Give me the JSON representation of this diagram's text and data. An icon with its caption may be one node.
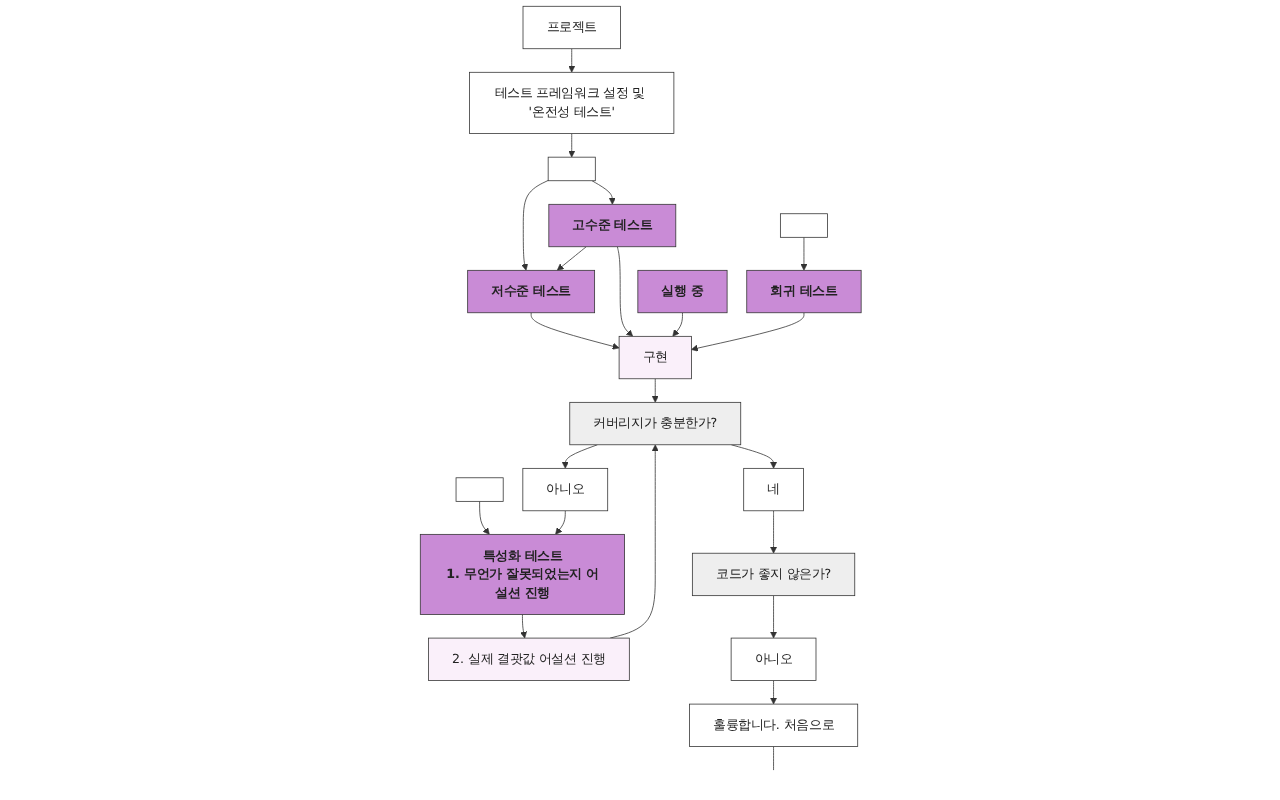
{
  "diagram": {
    "nodes": [
      {
        "text": [
          "프로젝트"
        ]
      },
      {
        "text": [],
        "shape": "box"
      },
      {
        "text": [
          "실행 중"
        ]
      },
      {
        "text": [],
        "shape": "box"
      },
      {
        "text": [],
        "shape": "box"
      },
      {
        "text": [
          "테스트 프레임워크 설정 및 '온전성 테스트'"
        ]
      },
      {
        "text": [
          "저수준 테스트"
        ]
      },
      {
        "text": [
          "고수준 테스트"
        ]
      },
      {
        "text": [
          "회귀 테스트"
        ]
      },
      {
        "text": [
          "특성화 테스트",
          "1. 무언가 잘못되었는지 어설션 진행"
        ]
      },
      {
        "text": [
          "구현"
        ]
      },
      {
        "text": [
          "2. 실제 결괏값 어설션 진행"
        ]
      },
      {
        "text": [
          "커버리지가 충분한가?"
        ]
      },
      {
        "text": [
          "아니오"
        ]
      },
      {
        "text": [
          "네"
        ]
      },
      {
        "text": [
          "훌륭합니다. 처음으로"
        ]
      },
      {
        "text": [
          "아니오"
        ]
      },
      {
        "text": [
          "코드가 좋지 않은가?"
        ]
      }
    ],
    "edges": [
      {
        "from": 0,
        "to": 5,
        "arrow": "to"
      },
      {
        "from": 5,
        "to": 1,
        "arrow": "to"
      },
      {
        "from": 1,
        "to": 6,
        "arrow": "to"
      },
      {
        "from": 1,
        "to": 7,
        "arrow": "to"
      },
      {
        "from": 7,
        "to": 6,
        "arrow": "to"
      },
      {
        "from": 6,
        "to": 10,
        "arrow": "to"
      },
      {
        "from": 7,
        "to": 10,
        "arrow": "to"
      },
      {
        "from": 2,
        "to": 10,
        "arrow": "to"
      },
      {
        "from": 3,
        "to": 8,
        "arrow": "to"
      },
      {
        "from": 4,
        "to": 9,
        "arrow": "to"
      },
      {
        "from": 9,
        "to": 11,
        "arrow": "to"
      },
      {
        "from": 8,
        "to": 10,
        "arrow": "to"
      },
      {
        "from": 11,
        "to": 12,
        "arrow": "to"
      },
      {
        "from": 10,
        "to": 12,
        "arrow": "to"
      },
      {
        "from": 12,
        "to": 13,
        "arrow": "to"
      },
      {
        "from": 13,
        "to": 9,
        "arrow": "to"
      },
      {
        "from": 12,
        "to": 14,
        "arrow": "to"
      },
      {
        "from": 14,
        "to": 17,
        "arrow": "to"
      },
      {
        "from": 17,
        "to": 16,
        "arrow": "to"
      },
      {
        "from": 16,
        "to": 15,
        "arrow": "to"
      },
      {
        "from": 15,
        "to": null,
        "arrow": "none"
      }
    ]
  }
}
